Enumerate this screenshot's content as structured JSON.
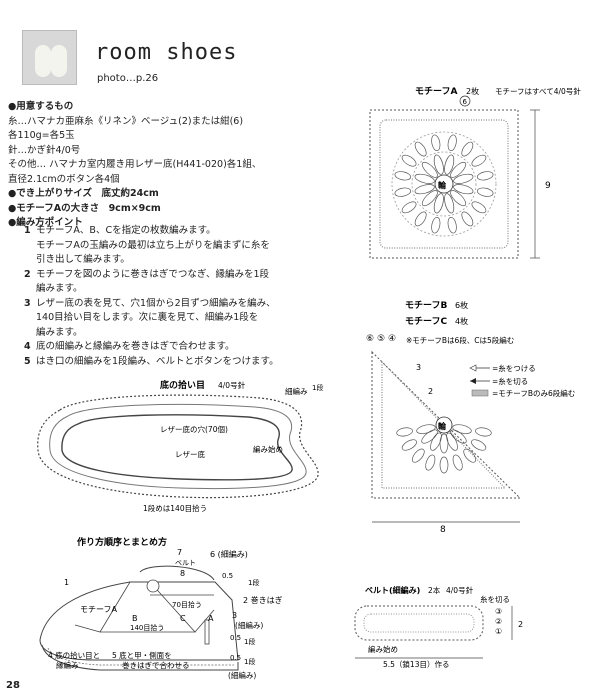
{
  "header": {
    "title": "room shoes",
    "photo_ref": "photo…p.26"
  },
  "materials": {
    "heading": "●用意するもの",
    "lines": [
      "糸…ハマナカ亜麻糸《リネン》ベージュ(2)または紺(6)",
      "各110g=各5玉",
      "針…かぎ針4/0号",
      "その他… ハマナカ室内履き用レザー底(H441-020)各1組、",
      "直径2.1cmのボタン各4個"
    ],
    "size": "●でき上がりサイズ　底丈約24cm",
    "motif_size": "●モチーフAの大きさ　9cm×9cm",
    "points_heading": "●編み方ポイント"
  },
  "steps": [
    {
      "n": "1",
      "lines": [
        "モチーフA、B、Cを指定の枚数編みます。",
        "モチーフAの玉編みの最初は立ち上がりを編まずに糸を",
        "引き出して編みます。"
      ]
    },
    {
      "n": "2",
      "lines": [
        "モチーフを図のように巻きはぎでつなぎ、縁編みを1段",
        "編みます。"
      ]
    },
    {
      "n": "3",
      "lines": [
        "レザー底の表を見て、穴1個から2目ずつ細編みを編み、",
        "140目拾い目をします。次に裏を見て、細編み1段を",
        "編みます。"
      ]
    },
    {
      "n": "4",
      "lines": [
        "底の細編みと縁編みを巻きはぎで合わせます。"
      ]
    },
    {
      "n": "5",
      "lines": [
        "はき口の細編みを1段編み、ベルトとボタンをつけます。"
      ]
    }
  ],
  "motif_a": {
    "title": "モチーフA",
    "count": "2枚",
    "note": "モチーフはすべて4/0号針",
    "ring": "輪",
    "marker": "6",
    "dimension": "9"
  },
  "motif_bc": {
    "b_title": "モチーフB",
    "b_count": "6枚",
    "c_title": "モチーフC",
    "c_count": "4枚",
    "note": "※モチーフBは6段、Cは5段編む",
    "rows": [
      "⑥",
      "⑤",
      "④"
    ],
    "row3": "3",
    "row2": "2",
    "ring": "輪",
    "dimension": "8",
    "legend": [
      "=糸をつける",
      "=糸を切る",
      "=モチーフBのみ6段編む"
    ]
  },
  "sole": {
    "title": "底の拾い目",
    "needle": "4/0号針",
    "sc_label": "細編み",
    "sc_rows": "1段",
    "holes": "レザー底の穴(70個)",
    "center": "レザー底",
    "start": "編み始め",
    "total": "1段めは140目拾う"
  },
  "assembly": {
    "title": "作り方順序とまとめ方",
    "labels": {
      "n1": "1",
      "motif_a": "モチーフA",
      "n7": "7",
      "belt": "ベルト",
      "n8": "8",
      "n6": "6 (細編み)",
      "r05a": "0.5",
      "r1a": "1段",
      "st70": "70目拾う",
      "n2": "2 巻きはぎ",
      "b": "B",
      "c": "C",
      "a": "A",
      "st140": "140目拾う",
      "n3": "3",
      "sc3": "(細編み)",
      "r05b": "0.5",
      "r1b": "1段",
      "r05c": "0.5",
      "r1c": "1段",
      "sc_bottom": "(細編み)",
      "n4a": "4 底の拾い目と",
      "n4b": "縁編み",
      "n5a": "5 底と甲・側面を",
      "n5b": "巻きはぎで合わせる"
    }
  },
  "belt": {
    "title": "ベルト(細編み)",
    "count": "2本",
    "needle": "4/0号針",
    "cut": "糸を切る",
    "r3": "③",
    "r2": "②",
    "r1": "①",
    "height": "2",
    "start": "編み始め",
    "length": "5.5（鎖13目）作る"
  },
  "page_number": "28"
}
